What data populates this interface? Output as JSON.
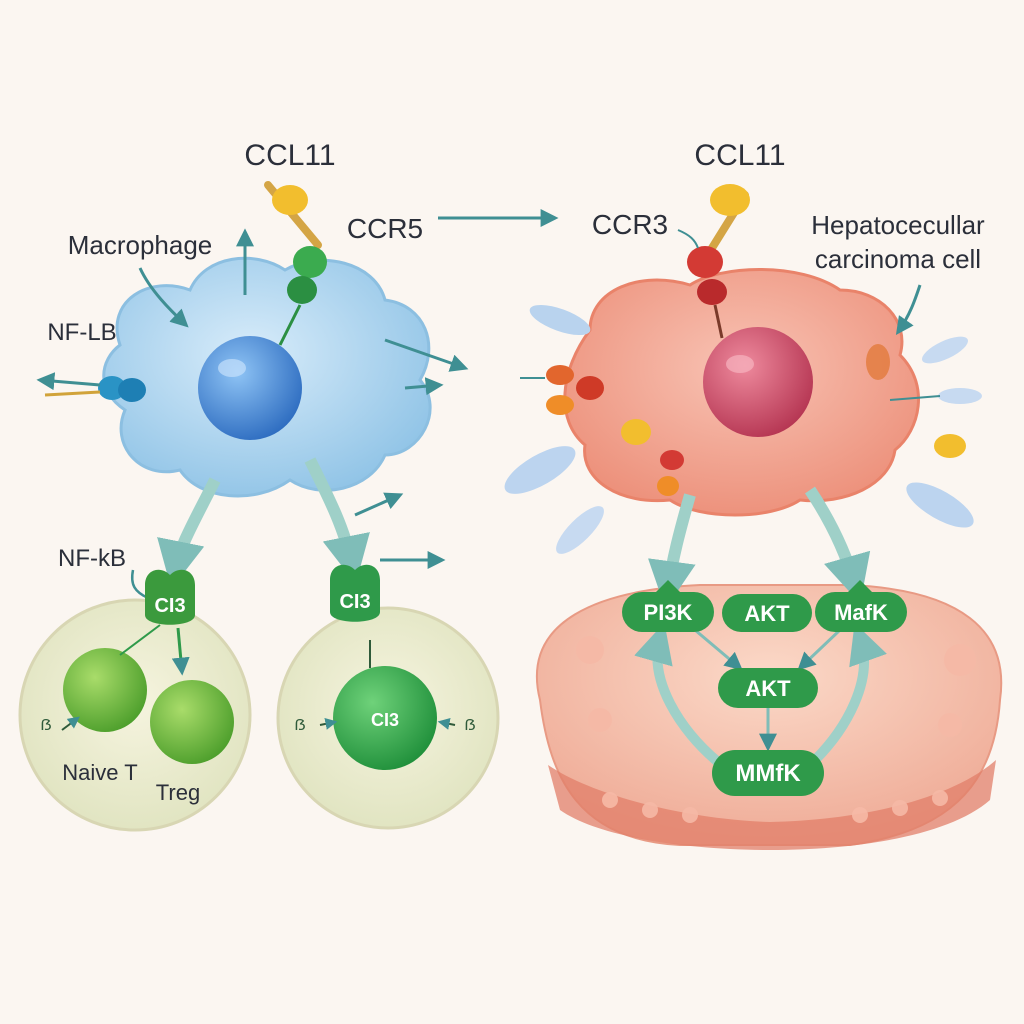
{
  "labels": {
    "ccl11_left": "CCL11",
    "ccl11_right": "CCL11",
    "ccr5": "CCR5",
    "ccr3": "CCR3",
    "macrophage": "Macrophage",
    "nf_lb": "NF-LB",
    "nf_kb": "NF-kB",
    "hcc_line1": "Hepatocecullar",
    "hcc_line2": "carcinoma cell",
    "naive_t": "Naive T",
    "treg": "Treg",
    "marker_left_cell": "ẞ",
    "marker_mid_left": "ẞ",
    "marker_mid_right": "ẞ",
    "receptor_left": "CI3",
    "receptor_mid": "CI3",
    "cell_inner": "CI3",
    "pi3k": "PI3K",
    "akt_top": "AKT",
    "mafk": "MafK",
    "akt_mid": "AKT",
    "mmfk": "MMfK"
  },
  "colors": {
    "macrophage": "#a9d4ef",
    "macrophage_nucleus": "#3b7fcf",
    "hcc": "#f2a38f",
    "hcc_nucleus": "#c9455e",
    "green": "#2f9a4a",
    "arrow": "#3f8f93",
    "chemokine": "#f0b62b"
  }
}
